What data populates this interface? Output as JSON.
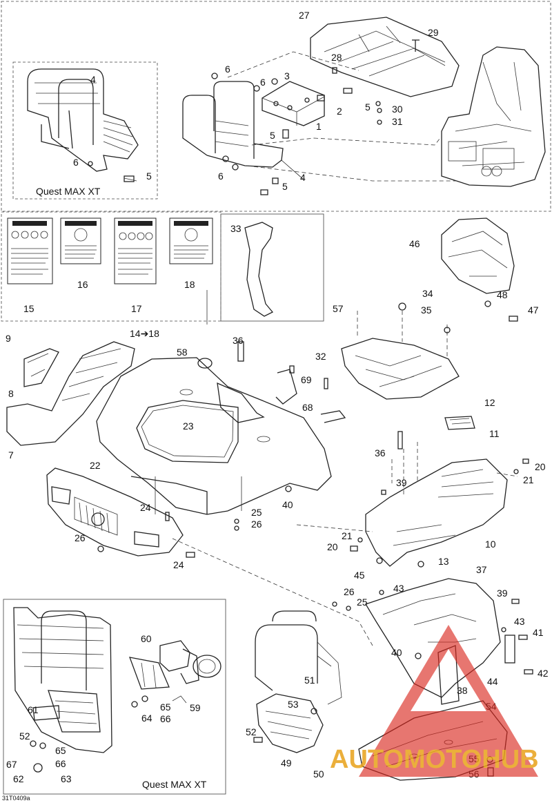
{
  "diagram": {
    "reference_code": "31T0409a",
    "model_captions": {
      "top_inset": "Quest MAX XT",
      "bottom_inset": "Quest MAX XT"
    },
    "range_label": "14➔18",
    "callouts": {
      "c1": "1",
      "c2": "2",
      "c3": "3",
      "c4a": "4",
      "c4b": "4",
      "c5a": "5",
      "c5b": "5",
      "c5c": "5",
      "c5d": "5",
      "c6a": "6",
      "c6b": "6",
      "c6c": "6",
      "c6d": "6",
      "c7": "7",
      "c8": "8",
      "c9": "9",
      "c10": "10",
      "c11": "11",
      "c12": "12",
      "c13": "13",
      "c15": "15",
      "c16": "16",
      "c17": "17",
      "c18": "18",
      "c20a": "20",
      "c20b": "20",
      "c21a": "21",
      "c21b": "21",
      "c22": "22",
      "c23": "23",
      "c24a": "24",
      "c24b": "24",
      "c25a": "25",
      "c25b": "25",
      "c26a": "26",
      "c26b": "26",
      "c27": "27",
      "c28": "28",
      "c29": "29",
      "c30": "30",
      "c31": "31",
      "c32": "32",
      "c33": "33",
      "c34": "34",
      "c35": "35",
      "c36a": "36",
      "c36b": "36",
      "c37": "37",
      "c38": "38",
      "c39a": "39",
      "c39b": "39",
      "c40a": "40",
      "c40b": "40",
      "c41": "41",
      "c42": "42",
      "c43a": "43",
      "c43b": "43",
      "c44": "44",
      "c45": "45",
      "c46": "46",
      "c47": "47",
      "c48": "48",
      "c49": "49",
      "c50": "50",
      "c51": "51",
      "c52a": "52",
      "c52b": "52",
      "c53": "53",
      "c54": "54",
      "c55": "55",
      "c56": "56",
      "c57": "57",
      "c58": "58",
      "c59": "59",
      "c60": "60",
      "c61": "61",
      "c62": "62",
      "c63": "63",
      "c64": "64",
      "c65a": "65",
      "c65b": "65",
      "c66a": "66",
      "c66b": "66",
      "c67": "67",
      "c68": "68",
      "c69": "69"
    }
  },
  "watermark": {
    "text": "AUTOMOTOHUB",
    "colors": {
      "triangle": "#d9281f",
      "auto": "#e8a21a",
      "hub": "#777777"
    }
  }
}
